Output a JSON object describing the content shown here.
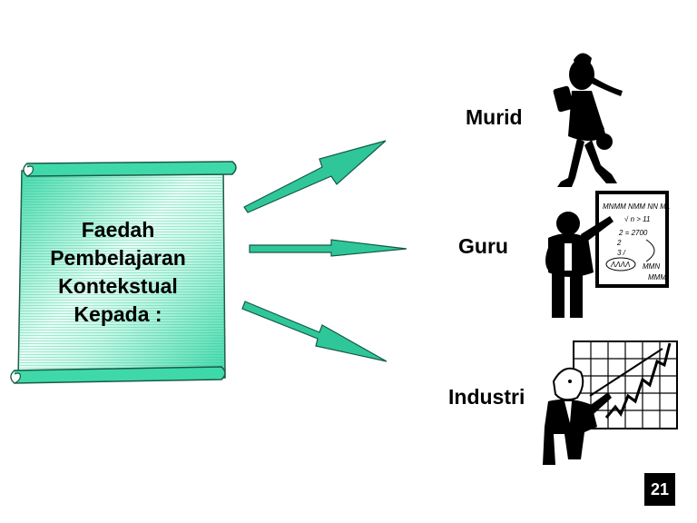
{
  "scroll": {
    "lines": [
      "Faedah",
      "Pembelajaran",
      "Kontekstual",
      "Kepada :"
    ]
  },
  "targets": {
    "murid": "Murid",
    "guru": "Guru",
    "industri": "Industri"
  },
  "board_text": {
    "line1": "√ n > 11",
    "line2": "2 = 2700",
    "line3": "2",
    "line4": "3 /"
  },
  "page_number": "21",
  "colors": {
    "scroll_fill": "#3FD9A9",
    "scroll_light": "#E6FFF5",
    "arrow_fill": "#2FC79A",
    "ink": "#000000"
  },
  "icons": [
    "walking-girl-icon",
    "teacher-at-board-icon",
    "businessman-chart-icon"
  ]
}
